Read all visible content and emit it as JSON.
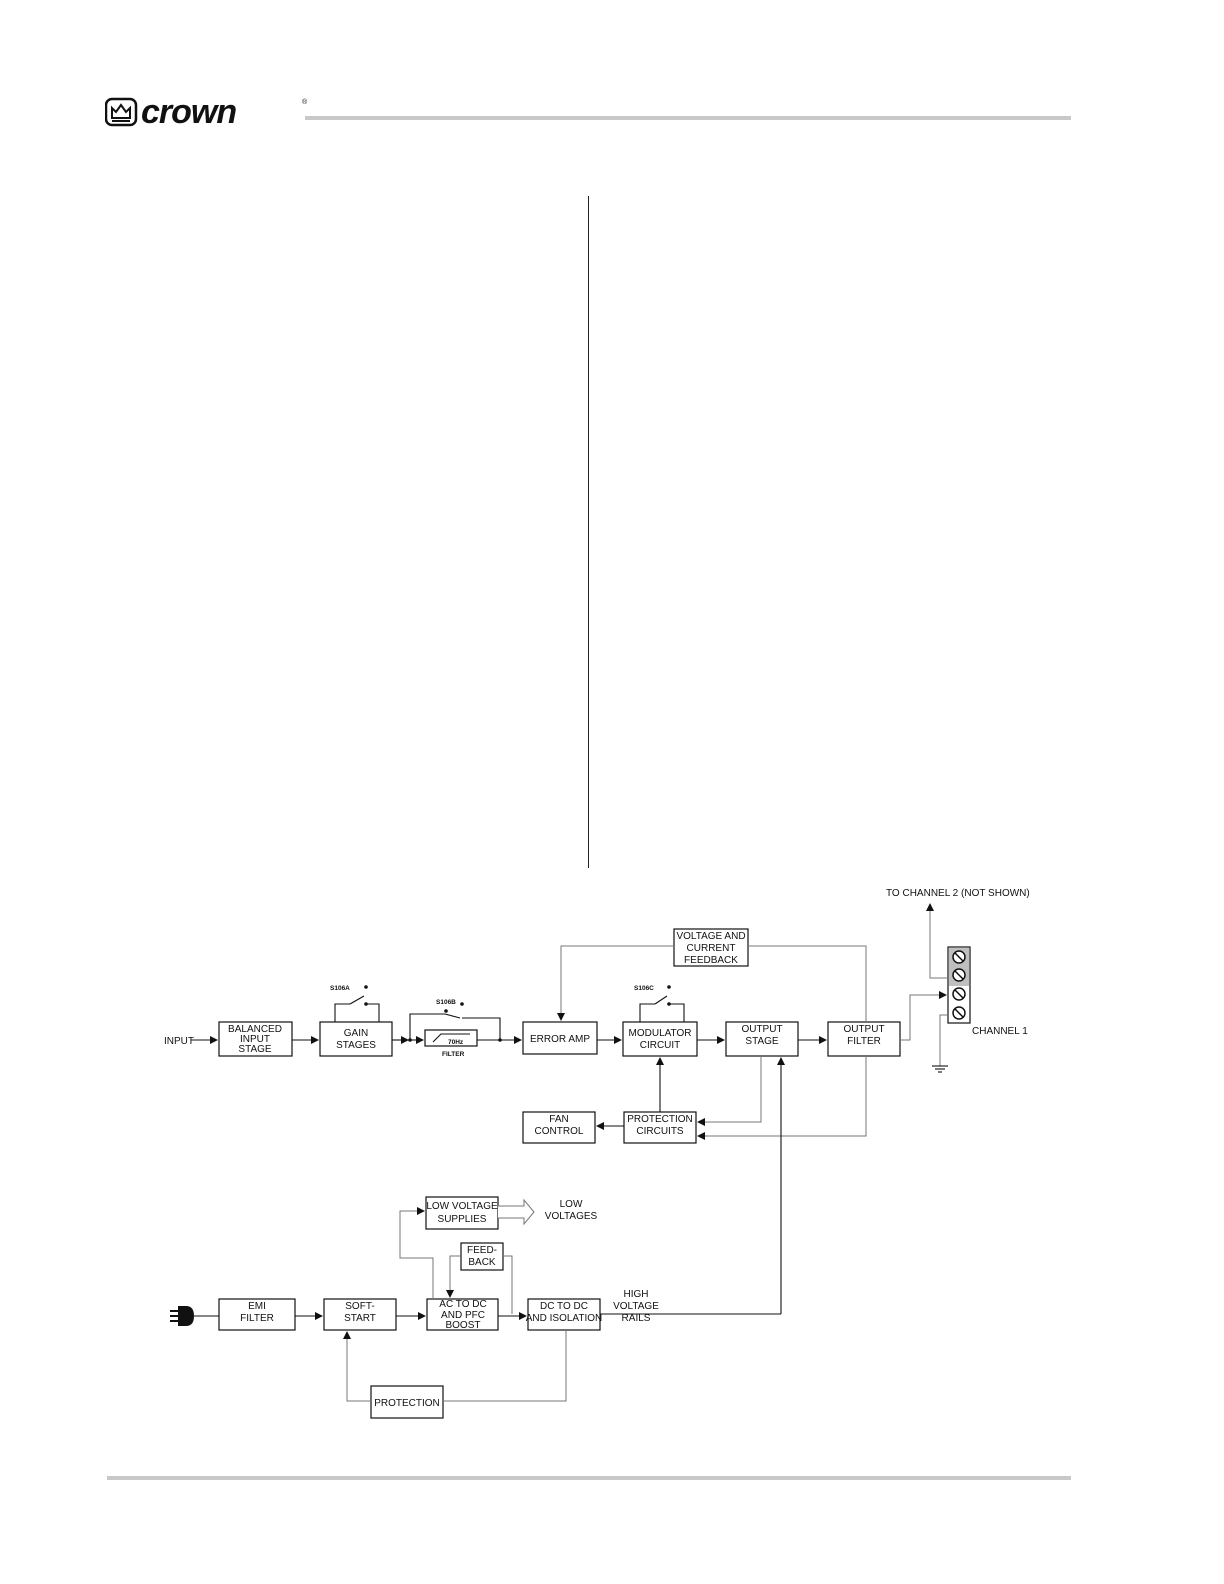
{
  "header": {
    "brand": "crown",
    "registered_mark": "®"
  },
  "diagram": {
    "input_label": "INPUT",
    "balanced_input": [
      "BALANCED",
      "INPUT",
      "STAGE"
    ],
    "gain_stages": [
      "GAIN",
      "STAGES"
    ],
    "switch_a": "S106A",
    "switch_b": "S106B",
    "switch_c": "S106C",
    "filter_freq": "70Hz",
    "filter_label": "FILTER",
    "error_amp": "ERROR AMP",
    "modulator": [
      "MODULATOR",
      "CIRCUIT"
    ],
    "output_stage": [
      "OUTPUT",
      "STAGE"
    ],
    "output_filter": [
      "OUTPUT",
      "FILTER"
    ],
    "feedback": [
      "VOLTAGE AND",
      "CURRENT",
      "FEEDBACK"
    ],
    "to_channel2": "TO CHANNEL 2 (NOT SHOWN)",
    "channel1": "CHANNEL 1",
    "fan_control": [
      "FAN",
      "CONTROL"
    ],
    "protection_circuits": [
      "PROTECTION",
      "CIRCUITS"
    ],
    "low_voltage_supplies": [
      "LOW VOLTAGE",
      "SUPPLIES"
    ],
    "low_voltages": [
      "LOW",
      "VOLTAGES"
    ],
    "feedback_small": [
      "FEED-",
      "BACK"
    ],
    "emi_filter": [
      "EMI",
      "FILTER"
    ],
    "soft_start": [
      "SOFT-",
      "START"
    ],
    "ac_dc": [
      "AC TO DC",
      "AND PFC",
      "BOOST"
    ],
    "dc_dc": [
      "DC TO DC",
      "AND ISOLATION"
    ],
    "high_voltage_rails": [
      "HIGH",
      "VOLTAGE",
      "RAILS"
    ],
    "protection": "PROTECTION"
  }
}
